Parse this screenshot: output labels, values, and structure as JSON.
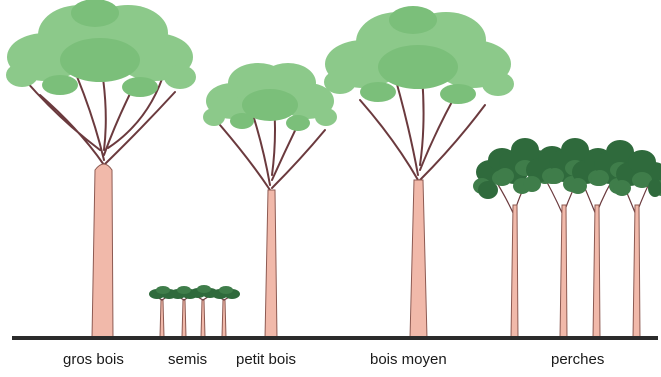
{
  "diagram": {
    "labels": {
      "gros_bois": "gros bois",
      "semis": "semis",
      "petit_bois": "petit bois",
      "bois_moyen": "bois moyen",
      "perches": "perches"
    },
    "colors": {
      "foliage_light": "#8cc98a",
      "foliage_mid": "#7bbf7a",
      "foliage_dark": "#2f6a3c",
      "foliage_dark_hi": "#3f7d4a",
      "trunk": "#f1b9aa",
      "trunk_outline": "#8d5a52",
      "branch": "#6b3a3e",
      "ground": "#2b2b2b"
    }
  }
}
